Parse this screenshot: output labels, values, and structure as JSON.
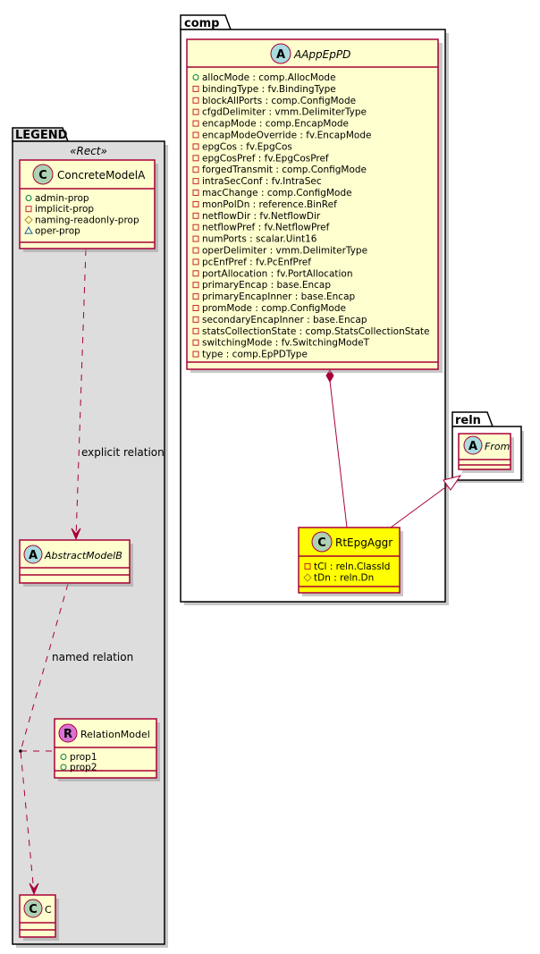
{
  "diagram": {
    "packages": {
      "comp": {
        "title": "comp"
      },
      "reln": {
        "title": "reln"
      },
      "legend": {
        "title": "LEGEND",
        "stereotype": "«Rect»"
      }
    },
    "classes": {
      "aappeppd": {
        "kind": "A",
        "name": "AAppEpPD",
        "abstract": true,
        "attributes": [
          {
            "vis": "admin",
            "text": "allocMode : comp.AllocMode"
          },
          {
            "vis": "implicit",
            "text": "bindingType : fv.BindingType"
          },
          {
            "vis": "implicit",
            "text": "blockAllPorts : comp.ConfigMode"
          },
          {
            "vis": "implicit",
            "text": "cfgdDelimiter : vmm.DelimiterType"
          },
          {
            "vis": "implicit",
            "text": "encapMode : comp.EncapMode"
          },
          {
            "vis": "implicit",
            "text": "encapModeOverride : fv.EncapMode"
          },
          {
            "vis": "implicit",
            "text": "epgCos : fv.EpgCos"
          },
          {
            "vis": "implicit",
            "text": "epgCosPref : fv.EpgCosPref"
          },
          {
            "vis": "implicit",
            "text": "forgedTransmit : comp.ConfigMode"
          },
          {
            "vis": "implicit",
            "text": "intraSecConf : fv.IntraSec"
          },
          {
            "vis": "implicit",
            "text": "macChange : comp.ConfigMode"
          },
          {
            "vis": "implicit",
            "text": "monPolDn : reference.BinRef"
          },
          {
            "vis": "implicit",
            "text": "netflowDir : fv.NetflowDir"
          },
          {
            "vis": "implicit",
            "text": "netflowPref : fv.NetflowPref"
          },
          {
            "vis": "implicit",
            "text": "numPorts : scalar.Uint16"
          },
          {
            "vis": "implicit",
            "text": "operDelimiter : vmm.DelimiterType"
          },
          {
            "vis": "implicit",
            "text": "pcEnfPref : fv.PcEnfPref"
          },
          {
            "vis": "implicit",
            "text": "portAllocation : fv.PortAllocation"
          },
          {
            "vis": "implicit",
            "text": "primaryEncap : base.Encap"
          },
          {
            "vis": "implicit",
            "text": "primaryEncapInner : base.Encap"
          },
          {
            "vis": "implicit",
            "text": "promMode : comp.ConfigMode"
          },
          {
            "vis": "implicit",
            "text": "secondaryEncapInner : base.Encap"
          },
          {
            "vis": "implicit",
            "text": "statsCollectionState : comp.StatsCollectionState"
          },
          {
            "vis": "implicit",
            "text": "switchingMode : fv.SwitchingModeT"
          },
          {
            "vis": "implicit",
            "text": "type : comp.EpPDType"
          }
        ]
      },
      "rtepgaggr": {
        "kind": "C",
        "name": "RtEpgAggr",
        "abstract": false,
        "highlight": "#ffff00",
        "attributes": [
          {
            "vis": "implicit",
            "text": "tCl : reln.ClassId"
          },
          {
            "vis": "naming",
            "text": "tDn : reln.Dn"
          }
        ]
      },
      "from": {
        "kind": "A",
        "name": "From",
        "abstract": true,
        "attributes": []
      },
      "concretemodela": {
        "kind": "C",
        "name": "ConcreteModelA",
        "abstract": false,
        "attributes": [
          {
            "vis": "admin",
            "text": "admin-prop"
          },
          {
            "vis": "implicit",
            "text": "implicit-prop"
          },
          {
            "vis": "naming",
            "text": "naming-readonly-prop"
          },
          {
            "vis": "oper",
            "text": "oper-prop"
          }
        ]
      },
      "abstractmodelb": {
        "kind": "A",
        "name": "AbstractModelB",
        "abstract": true,
        "attributes": []
      },
      "relationmodel": {
        "kind": "R",
        "name": "RelationModel",
        "abstract": false,
        "attributes": [
          {
            "vis": "admin",
            "text": "prop1"
          },
          {
            "vis": "admin",
            "text": "prop2"
          }
        ]
      },
      "c": {
        "kind": "C",
        "name": "C",
        "abstract": false,
        "attributes": []
      }
    },
    "relations": {
      "explicit": {
        "label": "explicit relation"
      },
      "named": {
        "label": "named relation"
      }
    },
    "colors": {
      "class_fill": "#fefece",
      "class_border": "#a80036",
      "highlight_fill": "#ffff00",
      "legend_fill": "#dddddd",
      "circle_A": "#a9dcdf",
      "circle_C": "#add1b2",
      "circle_R": "#da70d6",
      "vis_admin": "#038048",
      "vis_implicit": "#c82930",
      "vis_naming": "#b38d22",
      "vis_oper": "#1963a0"
    }
  }
}
